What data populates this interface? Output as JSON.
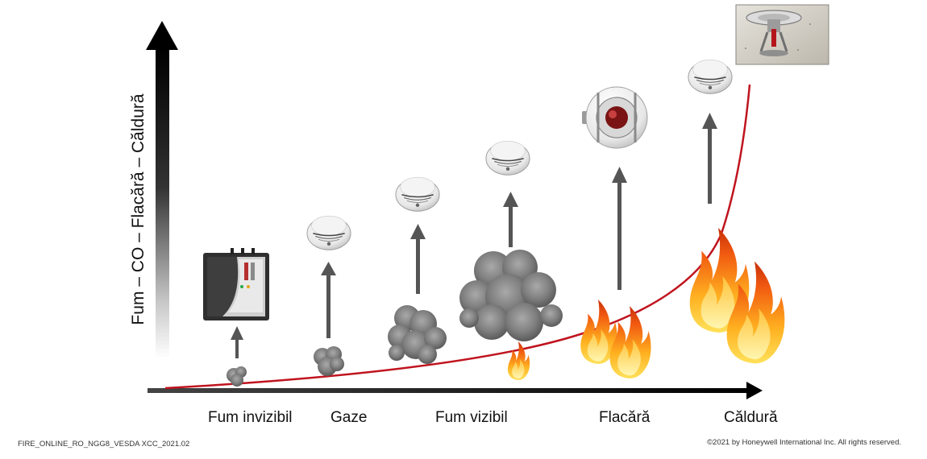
{
  "y_axis_label": "Fum – CO – Flacără – Căldură",
  "stages": [
    {
      "label": "Fum invizibil",
      "detector-icon": "aspirating-smoke-detector-icon"
    },
    {
      "label": "Gaze",
      "detector-icon": "smoke-detector-icon"
    },
    {
      "label": "Fum vizibil",
      "detector-icon": "smoke-detector-icon"
    },
    {
      "label": "Flacără",
      "detector-icon": "flame-detector-icon"
    },
    {
      "label": "Căldură",
      "detector-icon": "heat-detector-icon"
    }
  ],
  "footer": {
    "code": "FIRE_ONLINE_RO_NGG8_VESDA XCC_2021.02",
    "copyright": "©2021 by Honeywell International Inc. All rights reserved."
  },
  "colors": {
    "curve": "#c0141e",
    "arrow": "#555555",
    "axis": "#000000"
  }
}
